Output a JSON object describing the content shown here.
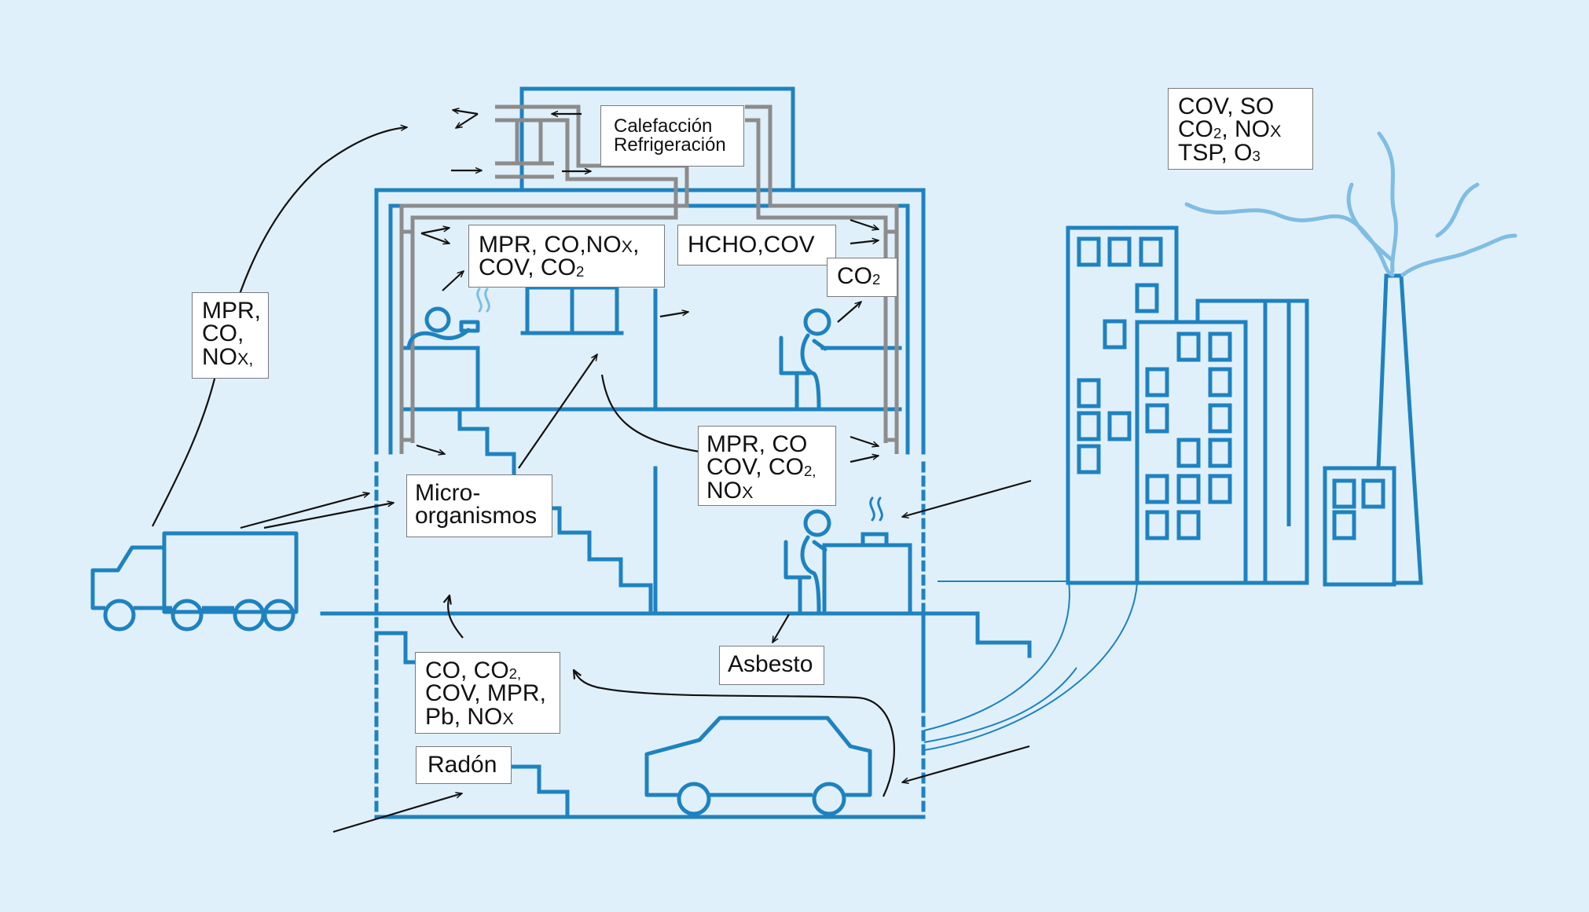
{
  "colors": {
    "background": "#e0f0fa",
    "structure": "#1e82c0",
    "duct": "#8c8c8c",
    "smoke": "#7fbde3",
    "arrow": "#111111",
    "label_bg": "#ffffff",
    "label_border": "#7a7a7a"
  },
  "icons": [
    "truck-icon",
    "car-icon",
    "person-icon",
    "steam-icon",
    "factory-chimney-icon",
    "office-building-icon"
  ],
  "labels": {
    "hvac": {
      "line1": "Calefacción",
      "line2": "Refrigeración"
    },
    "outdoor_truck": {
      "line1": "MPR,",
      "line2": "CO,",
      "line3_main": "NO",
      "line3_sub": "X,",
      "line3_rest": ""
    },
    "upper_left_room": {
      "line1_a": "MPR, CO,NO",
      "line1_sub": "X",
      "line1_b": ",",
      "line2_a": "COV, CO",
      "line2_sub": "2"
    },
    "upper_right_room": {
      "text": "HCHO,COV"
    },
    "upper_right_co2": {
      "main": "CO",
      "sub": "2"
    },
    "industry": {
      "line1": "COV, SO",
      "line2_a": "CO",
      "line2_sub": "2",
      "line2_b": ", NO",
      "line2_sub2": "X",
      "line3_a": "TSP, O",
      "line3_sub": "3"
    },
    "middle_room": {
      "line1": "MPR, CO",
      "line2_a": "COV, CO",
      "line2_sub": "2,",
      "line3_a": "NO",
      "line3_sub": "X"
    },
    "microorganisms": {
      "line1": "Micro-",
      "line2": "organismos"
    },
    "asbestos": {
      "text": "Asbesto"
    },
    "garage": {
      "line1_a": "CO, CO",
      "line1_sub": "2,",
      "line2": "COV, MPR,",
      "line3_a": "Pb, NO",
      "line3_sub": "X"
    },
    "radon": {
      "text": "Radón"
    }
  }
}
